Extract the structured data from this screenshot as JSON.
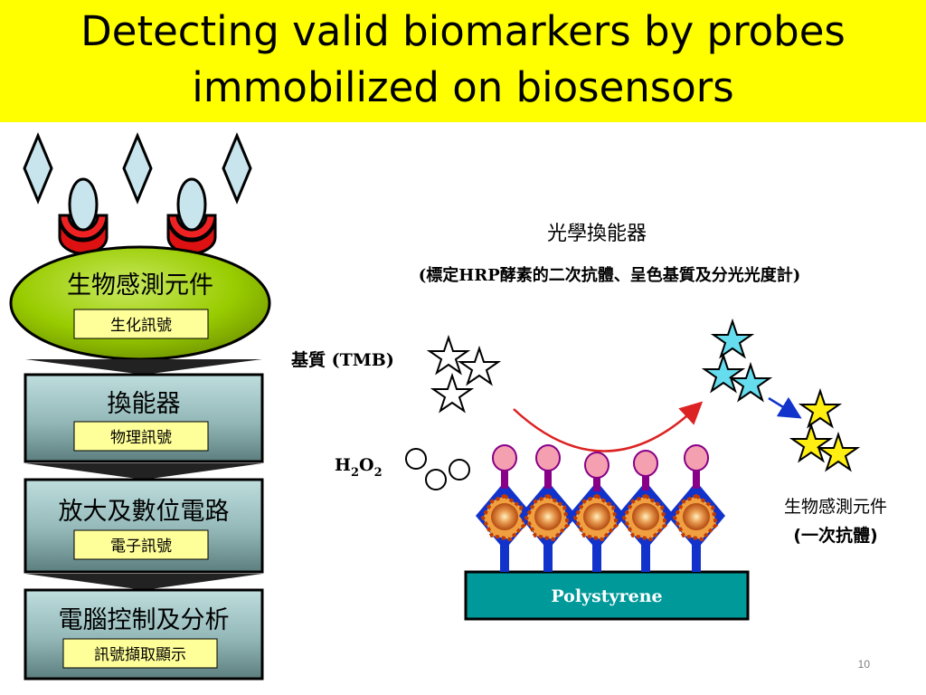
{
  "slide": {
    "title_line1": "Detecting valid biomarkers by probes",
    "title_line2": "immobilized on biosensors",
    "page_number": "10"
  },
  "colors": {
    "title_bg": "#ffff00",
    "tag_bg": "#ffff99",
    "ellipse_green": "#99cc00",
    "substrate": "#009999",
    "ring_red": "#cc1111"
  },
  "left_flow": {
    "element": {
      "label": "生物感測元件",
      "signal": "生化訊號"
    },
    "transducer": {
      "label": "換能器",
      "signal": "物理訊號"
    },
    "amplifier": {
      "label": "放大及數位電路",
      "signal": "電子訊號"
    },
    "computer": {
      "label": "電腦控制及分析",
      "signal": "訊號擷取顯示"
    }
  },
  "right_diagram": {
    "header_title": "光學換能器",
    "header_subtitle": "(標定HRP酵素的二次抗體、呈色基質及分光光度計)",
    "substrate_label": "基質 (TMB)",
    "h2o2_label": "H",
    "h2o2_sub1": "2",
    "h2o2_mid": "O",
    "h2o2_sub2": "2",
    "bio_element_label": "生物感測元件",
    "bio_element_sub": "(一次抗體)",
    "base_label": "Polystyrene"
  }
}
